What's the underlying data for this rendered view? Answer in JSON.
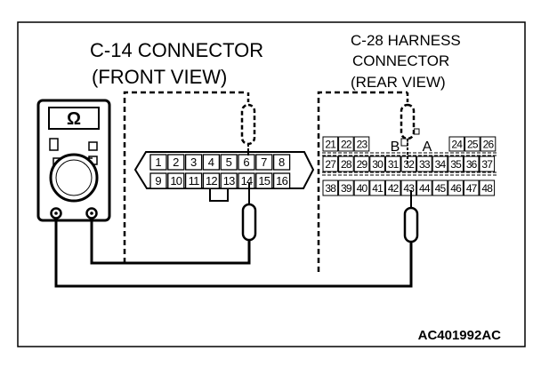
{
  "c14": {
    "title_line1": "C-14 CONNECTOR",
    "title_line2": "(FRONT VIEW)",
    "pins_top": [
      "1",
      "2",
      "3",
      "4",
      "5",
      "6",
      "7",
      "8"
    ],
    "pins_bottom": [
      "9",
      "10",
      "11",
      "12",
      "13",
      "14",
      "15",
      "16"
    ]
  },
  "c28": {
    "title_line1": "C-28 HARNESS",
    "title_line2": "CONNECTOR",
    "title_line3": "(REAR VIEW)",
    "row1_left": [
      "21",
      "22",
      "23"
    ],
    "key_b": "B",
    "key_a": "A",
    "row1_right": [
      "24",
      "25",
      "26"
    ],
    "row2": [
      "27",
      "28",
      "29",
      "30",
      "31",
      "32",
      "33",
      "34",
      "35",
      "36",
      "37"
    ],
    "row3": [
      "38",
      "39",
      "40",
      "41",
      "42",
      "43",
      "44",
      "45",
      "46",
      "47",
      "48"
    ]
  },
  "meter": {
    "symbol": "Ω",
    "symbol_icon": "ohm-symbol-icon"
  },
  "code": "AC401992AC"
}
